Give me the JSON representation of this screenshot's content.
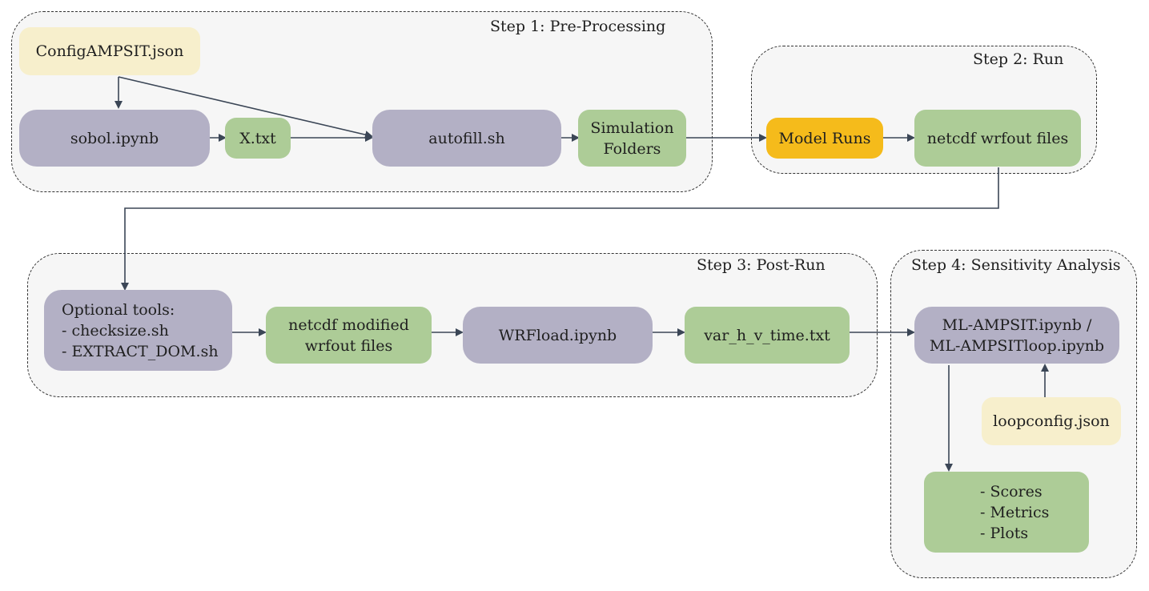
{
  "groups": {
    "step1": "Step 1: Pre-Processing",
    "step2": "Step 2: Run",
    "step3": "Step 3: Post-Run",
    "step4": "Step 4: Sensitivity Analysis"
  },
  "nodes": {
    "config": "ConfigAMPSIT.json",
    "sobol": "sobol.ipynb",
    "xtxt": "X.txt",
    "autofill": "autofill.sh",
    "simfolders": "Simulation\nFolders",
    "modelruns": "Model Runs",
    "wrfout": "netcdf wrfout files",
    "optional": "Optional tools:\n- checksize.sh\n- EXTRACT_DOM.sh",
    "modified": "netcdf modified\nwrfout files",
    "wrfload": "WRFload.ipynb",
    "vartxt": "var_h_v_time.txt",
    "mlampsit": "ML-AMPSIT.ipynb /\nML-AMPSITloop.ipynb",
    "loopconfig": "loopconfig.json",
    "outputs": "- Scores\n- Metrics\n- Plots"
  },
  "colors": {
    "process": "#b3b0c5",
    "data": "#adcc97",
    "config": "#f7efcc",
    "run": "#f5bb1b",
    "edge": "#3b4656"
  }
}
